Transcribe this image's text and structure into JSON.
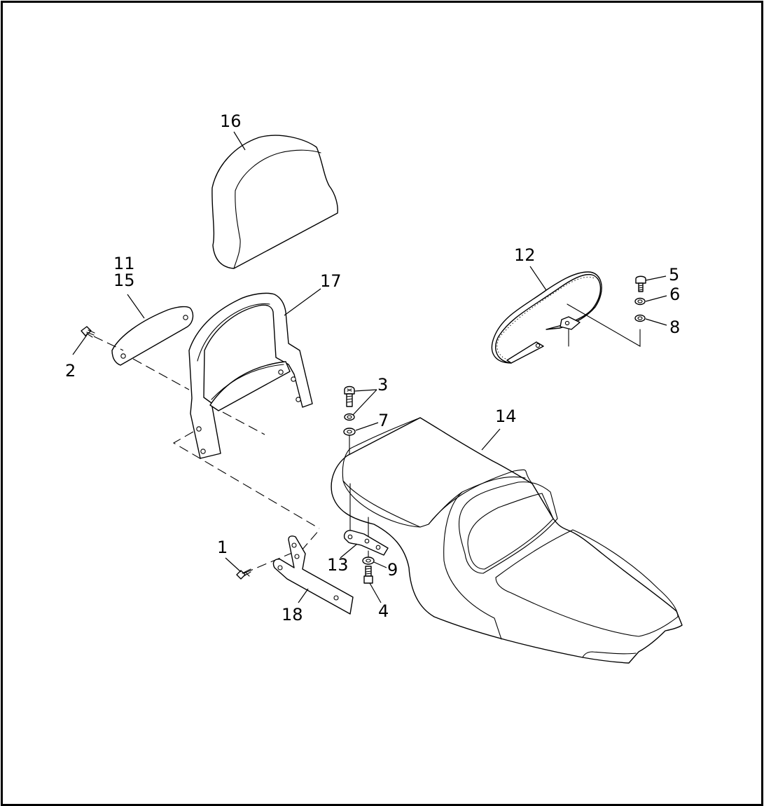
{
  "callouts": {
    "c1": "1",
    "c2": "2",
    "c3": "3",
    "c4": "4",
    "c5": "5",
    "c6": "6",
    "c7": "7",
    "c8": "8",
    "c9": "9",
    "c11": "11",
    "c12": "12",
    "c13": "13",
    "c14": "14",
    "c15": "15",
    "c16": "16",
    "c17": "17",
    "c18": "18"
  },
  "colors": {
    "line": "#000000",
    "background": "#ffffff"
  }
}
